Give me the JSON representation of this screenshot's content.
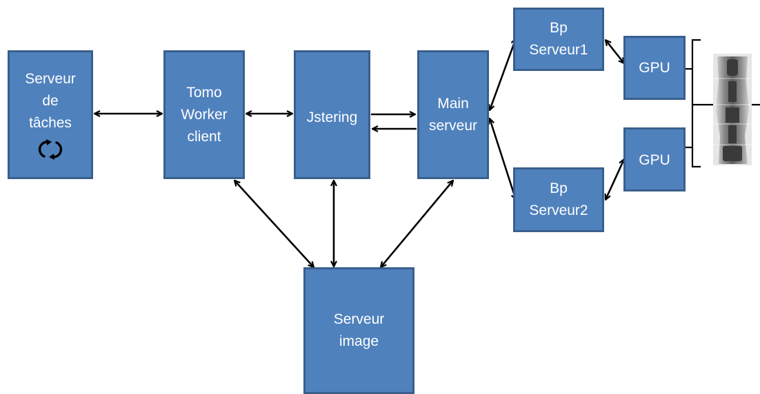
{
  "diagram": {
    "nodes": {
      "serveur_taches": {
        "lines": [
          "Serveur",
          "de",
          "tâches"
        ],
        "icon": "cycle-arrows-icon"
      },
      "tomo_worker": {
        "lines": [
          "Tomo",
          "Worker",
          "client"
        ]
      },
      "jstering": {
        "lines": [
          "Jstering"
        ]
      },
      "main_serveur": {
        "lines": [
          "Main",
          "serveur"
        ]
      },
      "bp_serveur1": {
        "lines": [
          "Bp",
          "Serveur1"
        ]
      },
      "bp_serveur2": {
        "lines": [
          "Bp",
          "Serveur2"
        ]
      },
      "gpu1": {
        "lines": [
          "GPU"
        ]
      },
      "gpu2": {
        "lines": [
          "GPU"
        ]
      },
      "serveur_image": {
        "lines": [
          "Serveur",
          "image"
        ]
      }
    },
    "edges": [
      {
        "from": "serveur_taches",
        "to": "tomo_worker",
        "direction": "both"
      },
      {
        "from": "tomo_worker",
        "to": "jstering",
        "direction": "both"
      },
      {
        "from": "jstering",
        "to": "main_serveur",
        "direction": "forward"
      },
      {
        "from": "main_serveur",
        "to": "jstering",
        "direction": "forward"
      },
      {
        "from": "main_serveur",
        "to": "bp_serveur1",
        "direction": "both"
      },
      {
        "from": "main_serveur",
        "to": "bp_serveur2",
        "direction": "both"
      },
      {
        "from": "bp_serveur1",
        "to": "gpu1",
        "direction": "both"
      },
      {
        "from": "bp_serveur2",
        "to": "gpu2",
        "direction": "both"
      },
      {
        "from": "tomo_worker",
        "to": "serveur_image",
        "direction": "both"
      },
      {
        "from": "jstering",
        "to": "serveur_image",
        "direction": "both"
      },
      {
        "from": "main_serveur",
        "to": "serveur_image",
        "direction": "both"
      }
    ],
    "image": "xray-scan-image",
    "colors": {
      "node_fill": "#4f81bd",
      "node_border": "#395f8c",
      "node_text": "#ffffff",
      "arrow": "#000000"
    }
  }
}
